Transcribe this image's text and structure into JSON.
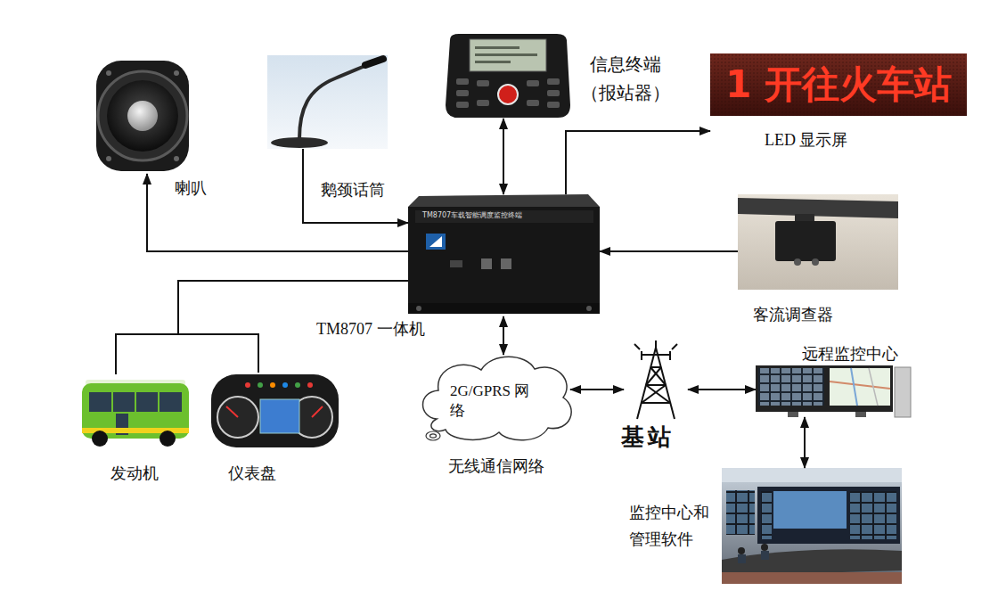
{
  "diagram": {
    "nodes": [
      {
        "text": [
          "喇叭"
        ]
      },
      {
        "text": [
          "鹅颈话筒"
        ]
      },
      {
        "text": [
          "信息终端 （报站器）"
        ]
      },
      {
        "text": [
          "1 开往火车站",
          "LED 显示屏"
        ]
      },
      {
        "text": [
          "TM8707车载智能调度监控终端",
          "TM8707 一体机"
        ]
      },
      {
        "text": [
          "客流调查器"
        ]
      },
      {
        "text": [
          "发动机"
        ]
      },
      {
        "text": [
          "仪表盘"
        ]
      },
      {
        "text": [
          "2G/GPRS 网络",
          "无线通信网络"
        ]
      },
      {
        "text": [
          "基站"
        ]
      },
      {
        "text": [
          "远程监控中心"
        ]
      },
      {
        "text": [
          "监控中心和 管理软件"
        ]
      }
    ],
    "edges": [
      {
        "from": 4,
        "to": 0,
        "arrow": "to"
      },
      {
        "from": 1,
        "to": 4,
        "arrow": "to"
      },
      {
        "from": 2,
        "to": 4,
        "arrow": "both"
      },
      {
        "from": 4,
        "to": 3,
        "arrow": "to"
      },
      {
        "from": 5,
        "to": 4,
        "arrow": "to"
      },
      {
        "from": 4,
        "to": 6,
        "arrow": "none"
      },
      {
        "from": 4,
        "to": 7,
        "arrow": "none"
      },
      {
        "from": 4,
        "to": 8,
        "arrow": "both"
      },
      {
        "from": 8,
        "to": 9,
        "arrow": "both"
      },
      {
        "from": 9,
        "to": 10,
        "arrow": "both"
      },
      {
        "from": 10,
        "to": 11,
        "arrow": "both"
      }
    ]
  }
}
